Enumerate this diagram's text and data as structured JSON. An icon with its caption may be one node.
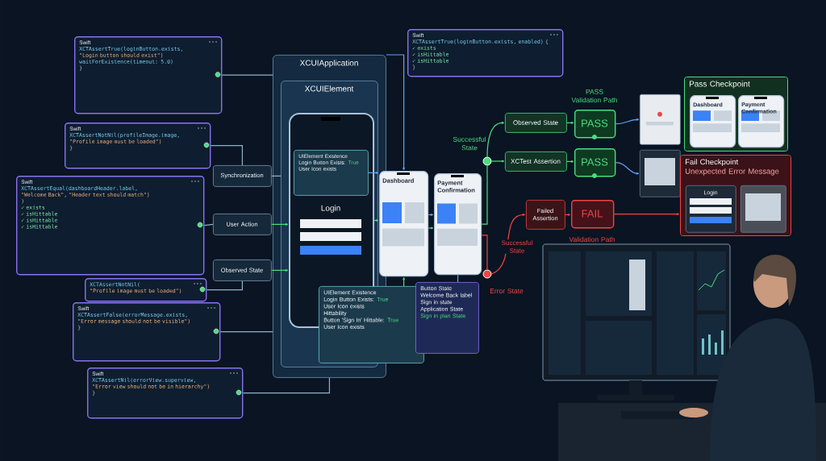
{
  "diagram": {
    "nodes": [
      {
        "text": [
          "Swift",
          "XCTAssertTrue(loginButton.exists,",
          "\"Login button should exist\")",
          "waitForExistence(timeout: 5.0)",
          "}"
        ]
      },
      {
        "text": [
          "Swift",
          "XCTAssertNotNil(profileImage.image,",
          "\"Profile image must be loaded\")",
          "}"
        ]
      },
      {
        "text": [
          "Swift",
          "XCTAssertEqual(dashboardHeader.label,",
          "\"Welcome Back\", \"Header text should match\")",
          ")",
          "✓ exists",
          "✓ isHittable",
          "✓ isHittable",
          "✓ isHittable"
        ]
      },
      {
        "text": [
          "XCTAssertNotNil(",
          "\"Profile image must be loaded\")"
        ]
      },
      {
        "text": [
          "Swift",
          "XCTAssertFalse(errorMessage.exists,",
          "\"Error message should not be visible\")",
          "}"
        ]
      },
      {
        "text": [
          "Swift",
          "XCTAssertNil(errorView.superview,",
          "\"Error view should not be in hierarchy\")",
          "}"
        ]
      },
      {
        "text": [
          "Swift",
          "XCTAssertTrue(loginButton.exists, enabled) {",
          "✓ exists",
          "✓ isHittable",
          "✓ isHittable",
          "}"
        ]
      },
      {
        "text": [
          "XCUIApplication"
        ]
      },
      {
        "text": [
          "XCUIElement"
        ],
        "in": 7
      },
      {
        "text": [
          "Login"
        ],
        "in": 8
      },
      {
        "text": [
          "UIElement Existence",
          "Login Button Exists:",
          "True",
          "User Icon exists"
        ],
        "in": 9
      },
      {
        "text": [
          "Synchronization"
        ]
      },
      {
        "text": [
          "User Action"
        ]
      },
      {
        "text": [
          "Observed State"
        ]
      },
      {
        "text": [
          "Dashboard"
        ]
      },
      {
        "text": [
          "Payment Confirmation"
        ]
      },
      {
        "text": [
          "UIElement Existence",
          "Login Button Exists:",
          "True",
          "User Icon exists",
          "Hittability",
          "Button 'Sign In' Hittable:",
          "True",
          "User Icon exists"
        ]
      },
      {
        "text": [
          "Button State",
          "Welcome Back label Sign in state",
          "Application State",
          "Sign in plan State"
        ]
      },
      {
        "text": [
          "Observed State"
        ]
      },
      {
        "text": [
          "XCTest Assertion"
        ]
      },
      {
        "text": [
          "PASS"
        ],
        "beside": [
          "PASS Validation Path"
        ]
      },
      {
        "text": [
          "PASS"
        ]
      },
      {
        "text": [
          "Failed Assertion"
        ]
      },
      {
        "text": [
          "FAIL"
        ],
        "beside": [
          "Validation Path"
        ]
      },
      {
        "text": [],
        "shape": "picture"
      },
      {
        "text": [],
        "shape": "picture"
      },
      {
        "text": [
          "Pass Checkpoint"
        ]
      },
      {
        "text": [
          "Dashboard"
        ],
        "in": 26
      },
      {
        "text": [
          "Payment Confirmation"
        ],
        "in": 26
      },
      {
        "text": [
          "Fail Checkpoint",
          "Unexpected Error Message"
        ]
      },
      {
        "text": [
          "Login"
        ],
        "in": 29
      },
      {
        "text": [],
        "shape": "box",
        "in": 29
      },
      {
        "text": [],
        "shape": "circle",
        "beside": [
          "Successful State"
        ]
      },
      {
        "text": [],
        "shape": "circle",
        "beside": [
          "Error State"
        ]
      }
    ],
    "edges": [
      {
        "from": 0,
        "to": 7,
        "arrow": "none",
        "color": "#8fb3c9"
      },
      {
        "from": 1,
        "to": 11,
        "arrow": "none",
        "color": "#8fb3c9"
      },
      {
        "from": 2,
        "to": 12,
        "arrow": "none",
        "color": "#8fb3c9"
      },
      {
        "from": 3,
        "to": 13,
        "arrow": "none",
        "color": "#8fb3c9"
      },
      {
        "from": 4,
        "to": 7,
        "arrow": "none",
        "color": "#8fb3c9"
      },
      {
        "from": 5,
        "to": 7,
        "arrow": "none",
        "color": "#8fb3c9"
      },
      {
        "from": 11,
        "to": 8,
        "arrow": "none",
        "color": "#8fb3c9"
      },
      {
        "from": 12,
        "to": 9,
        "arrow": "to"
      },
      {
        "from": 13,
        "to": 9,
        "arrow": "to"
      },
      {
        "from": 7,
        "to": 14,
        "arrow": "to",
        "color": "#60a5fa"
      },
      {
        "from": 10,
        "to": 14,
        "arrow": "to",
        "color": "#60a5fa"
      },
      {
        "from": 9,
        "to": 14,
        "arrow": "to"
      },
      {
        "from": 14,
        "to": 15,
        "arrow": "to",
        "color": "#60a5fa"
      },
      {
        "from": 14,
        "to": 15,
        "arrow": "to"
      },
      {
        "from": 16,
        "to": 14,
        "arrow": "to"
      },
      {
        "from": 17,
        "to": 15,
        "arrow": "none",
        "color": "#60a5fa"
      },
      {
        "from": 15,
        "to": 32,
        "arrow": "none"
      },
      {
        "from": 32,
        "to": 18,
        "arrow": "to"
      },
      {
        "from": 32,
        "to": 19,
        "arrow": "to"
      },
      {
        "from": 15,
        "to": 33,
        "arrow": "none",
        "color": "#ef4444"
      },
      {
        "from": 33,
        "to": 22,
        "arrow": "to",
        "color": "#ef4444",
        "label": "Successful State"
      },
      {
        "from": 18,
        "to": 20,
        "arrow": "to"
      },
      {
        "from": 19,
        "to": 21,
        "arrow": "to"
      },
      {
        "from": 22,
        "to": 23,
        "arrow": "to",
        "color": "#ef4444"
      },
      {
        "from": 20,
        "to": 24,
        "arrow": "to",
        "color": "#60a5fa"
      },
      {
        "from": 21,
        "to": 25,
        "arrow": "to",
        "color": "#60a5fa"
      },
      {
        "from": 23,
        "to": 29,
        "arrow": "to",
        "color": "#ef4444"
      }
    ]
  }
}
